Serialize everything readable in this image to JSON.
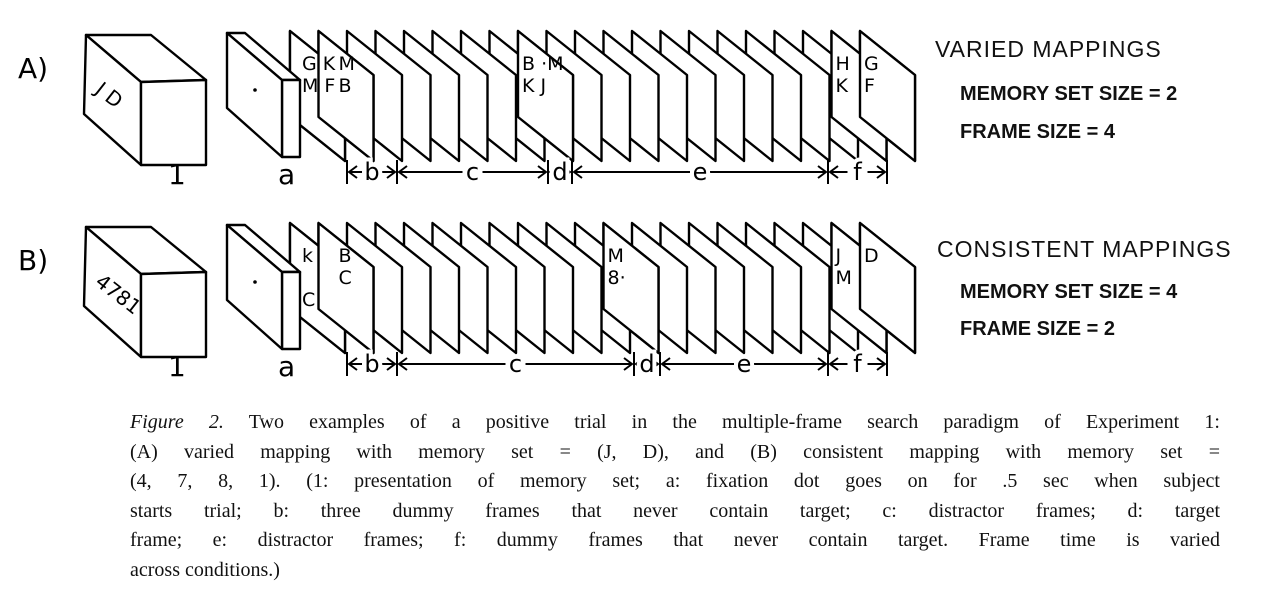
{
  "rows": [
    {
      "label": "A)",
      "memory_items": "J  D",
      "step_1": "1",
      "step_a": "a",
      "segments": [
        {
          "label": "b"
        },
        {
          "label": "c"
        },
        {
          "label": "d"
        },
        {
          "label": "e"
        },
        {
          "label": "f"
        }
      ],
      "letter_frames": [
        {
          "index": 0,
          "lines": [
            "G K",
            "M F"
          ]
        },
        {
          "index": 1,
          "lines": [
            "M",
            "B"
          ]
        },
        {
          "index": 8,
          "lines": [
            "B ·M",
            "K  J"
          ]
        },
        {
          "index": 19,
          "lines": [
            "H",
            "K"
          ]
        },
        {
          "index": 20,
          "lines": [
            "G",
            "F"
          ]
        }
      ],
      "title": "VARIED MAPPINGS",
      "memory_set_size": "MEMORY SET SIZE = 2",
      "frame_size": "FRAME SIZE = 4"
    },
    {
      "label": "B)",
      "memory_items": "4781",
      "step_1": "1",
      "step_a": "a",
      "segments": [
        {
          "label": "b"
        },
        {
          "label": "c"
        },
        {
          "label": "d"
        },
        {
          "label": "e"
        },
        {
          "label": "f"
        }
      ],
      "letter_frames": [
        {
          "index": 0,
          "lines": [
            "k",
            "",
            " C"
          ]
        },
        {
          "index": 1,
          "lines": [
            "B",
            "C"
          ]
        },
        {
          "index": 11,
          "lines": [
            "M",
            "8·"
          ]
        },
        {
          "index": 19,
          "lines": [
            "J",
            "M"
          ]
        },
        {
          "index": 20,
          "lines": [
            "D",
            ""
          ]
        }
      ],
      "title": "CONSISTENT MAPPINGS",
      "memory_set_size": "MEMORY SET SIZE = 4",
      "frame_size": "FRAME SIZE = 2"
    }
  ],
  "caption": {
    "figure_label": "Figure 2.",
    "lines": [
      " Two examples of a positive trial in the multiple-frame search paradigm of Experiment 1:",
      "(A) varied mapping with memory set = (J, D), and (B) consistent mapping with memory set =",
      "(4, 7, 8, 1). (1: presentation of memory set; a: fixation dot goes on for .5 sec when subject",
      "starts trial; b: three dummy frames that never contain target; c: distractor frames; d: target",
      "frame; e: distractor frames; f: dummy frames that never contain target. Frame time is varied",
      "across conditions.)"
    ]
  }
}
